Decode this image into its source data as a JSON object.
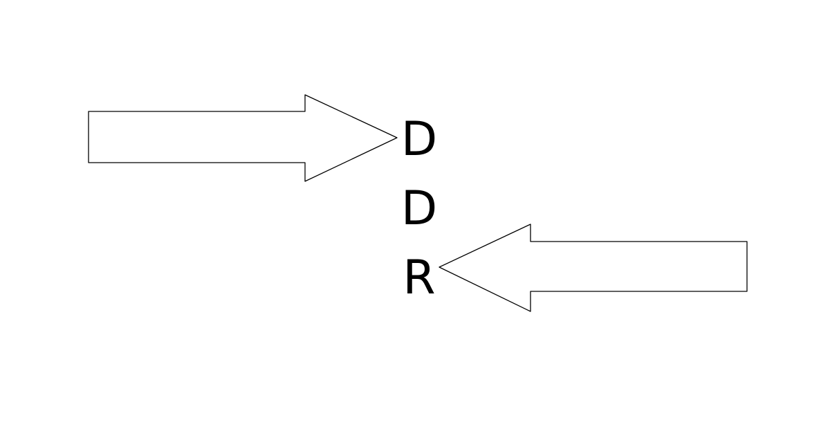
{
  "diagram": {
    "letters": [
      "D",
      "D",
      "R"
    ],
    "arrows": [
      {
        "id": "arrow-right",
        "direction": "right",
        "points_to_letter": 0
      },
      {
        "id": "arrow-left",
        "direction": "left",
        "points_to_letter": 2
      }
    ],
    "colors": {
      "background": "#ffffff",
      "stroke": "#000000",
      "fill": "#ffffff",
      "text": "#000000"
    }
  }
}
